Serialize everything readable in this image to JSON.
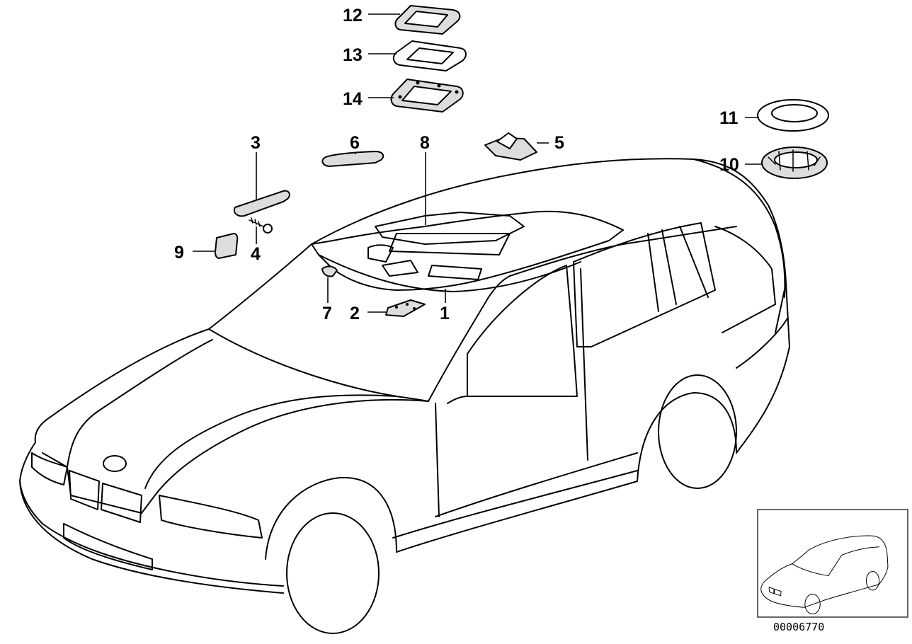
{
  "diagram": {
    "callouts": [
      {
        "id": "c12",
        "label": "12"
      },
      {
        "id": "c13",
        "label": "13"
      },
      {
        "id": "c14",
        "label": "14"
      },
      {
        "id": "c3",
        "label": "3"
      },
      {
        "id": "c6",
        "label": "6"
      },
      {
        "id": "c8",
        "label": "8"
      },
      {
        "id": "c5",
        "label": "5"
      },
      {
        "id": "c11",
        "label": "11"
      },
      {
        "id": "c10",
        "label": "10"
      },
      {
        "id": "c9",
        "label": "9"
      },
      {
        "id": "c4",
        "label": "4"
      },
      {
        "id": "c7",
        "label": "7"
      },
      {
        "id": "c2",
        "label": "2"
      },
      {
        "id": "c1",
        "label": "1"
      }
    ],
    "reference_number": "00006770"
  }
}
